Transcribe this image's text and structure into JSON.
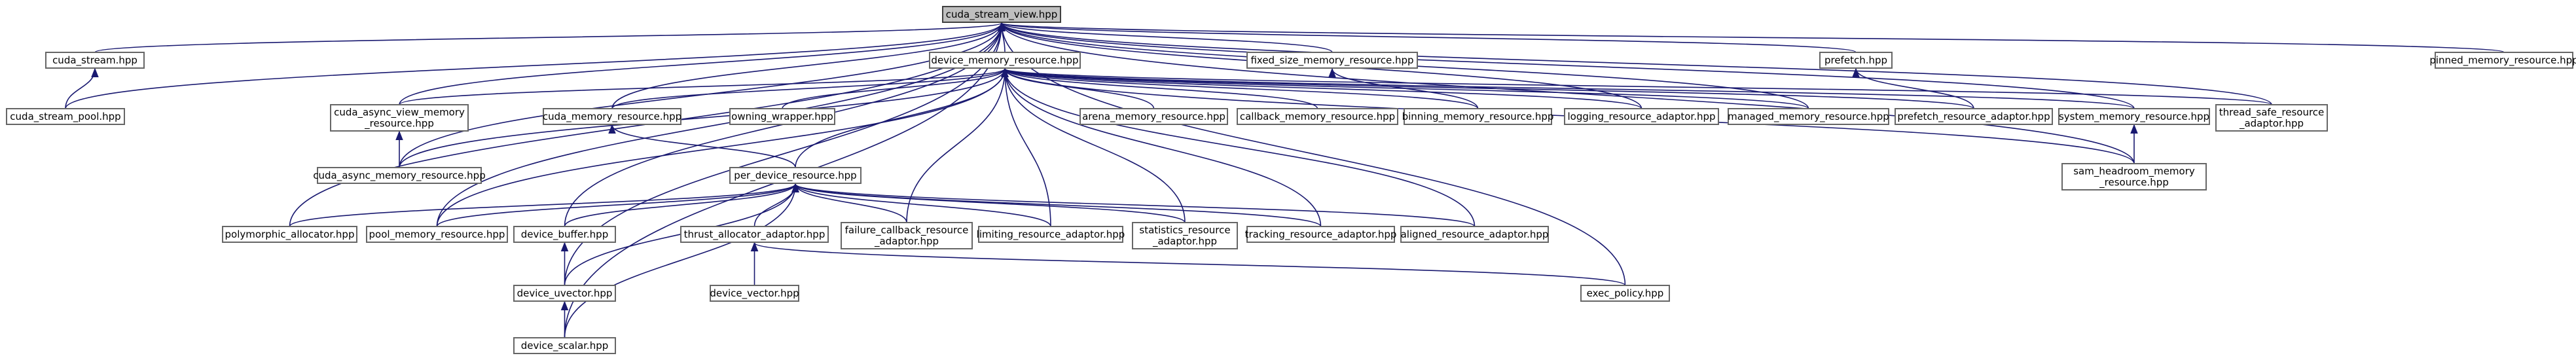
{
  "diagram": {
    "type": "include-dependency-graph",
    "root": "cuda_stream_view.hpp",
    "colors": {
      "edge": "#191970",
      "edge_gray": "#404040",
      "root_fill": "#bfbfbf",
      "node_fill": "#ffffff",
      "node_border": "#666666"
    },
    "nodes": [
      {
        "id": "csv",
        "lines": [
          "cuda_stream_view.hpp"
        ],
        "root": true
      },
      {
        "id": "cs",
        "lines": [
          "cuda_stream.hpp"
        ]
      },
      {
        "id": "csp",
        "lines": [
          "cuda_stream_pool.hpp"
        ]
      },
      {
        "id": "dmr",
        "lines": [
          "device_memory_resource.hpp"
        ]
      },
      {
        "id": "fsmr",
        "lines": [
          "fixed_size_memory_resource.hpp"
        ]
      },
      {
        "id": "pf",
        "lines": [
          "prefetch.hpp"
        ]
      },
      {
        "id": "pmr",
        "lines": [
          "pinned_memory_resource.hpp"
        ]
      },
      {
        "id": "cavmr",
        "lines": [
          "cuda_async_view_memory",
          "_resource.hpp"
        ]
      },
      {
        "id": "cmr",
        "lines": [
          "cuda_memory_resource.hpp"
        ]
      },
      {
        "id": "ow",
        "lines": [
          "owning_wrapper.hpp"
        ]
      },
      {
        "id": "amr",
        "lines": [
          "arena_memory_resource.hpp"
        ]
      },
      {
        "id": "cbmr",
        "lines": [
          "callback_memory_resource.hpp"
        ]
      },
      {
        "id": "bmr",
        "lines": [
          "binning_memory_resource.hpp"
        ]
      },
      {
        "id": "lra",
        "lines": [
          "logging_resource_adaptor.hpp"
        ]
      },
      {
        "id": "mmr",
        "lines": [
          "managed_memory_resource.hpp"
        ]
      },
      {
        "id": "pfra",
        "lines": [
          "prefetch_resource_adaptor.hpp"
        ]
      },
      {
        "id": "smr",
        "lines": [
          "system_memory_resource.hpp"
        ]
      },
      {
        "id": "tsra",
        "lines": [
          "thread_safe_resource",
          "_adaptor.hpp"
        ]
      },
      {
        "id": "camr",
        "lines": [
          "cuda_async_memory_resource.hpp"
        ]
      },
      {
        "id": "pdr",
        "lines": [
          "per_device_resource.hpp"
        ]
      },
      {
        "id": "shmr",
        "lines": [
          "sam_headroom_memory",
          "_resource.hpp"
        ]
      },
      {
        "id": "pa",
        "lines": [
          "polymorphic_allocator.hpp"
        ]
      },
      {
        "id": "poolmr",
        "lines": [
          "pool_memory_resource.hpp"
        ]
      },
      {
        "id": "db",
        "lines": [
          "device_buffer.hpp"
        ]
      },
      {
        "id": "taa",
        "lines": [
          "thrust_allocator_adaptor.hpp"
        ]
      },
      {
        "id": "fcra",
        "lines": [
          "failure_callback_resource",
          "_adaptor.hpp"
        ]
      },
      {
        "id": "lima",
        "lines": [
          "limiting_resource_adaptor.hpp"
        ]
      },
      {
        "id": "sra",
        "lines": [
          "statistics_resource",
          "_adaptor.hpp"
        ]
      },
      {
        "id": "tra",
        "lines": [
          "tracking_resource_adaptor.hpp"
        ]
      },
      {
        "id": "ara",
        "lines": [
          "aligned_resource_adaptor.hpp"
        ]
      },
      {
        "id": "duv",
        "lines": [
          "device_uvector.hpp"
        ]
      },
      {
        "id": "dv",
        "lines": [
          "device_vector.hpp"
        ]
      },
      {
        "id": "ep",
        "lines": [
          "exec_policy.hpp"
        ]
      },
      {
        "id": "dsc",
        "lines": [
          "device_scalar.hpp"
        ]
      }
    ],
    "edges": [
      [
        "cs",
        "csv"
      ],
      [
        "csp",
        "csv"
      ],
      [
        "dmr",
        "csv"
      ],
      [
        "fsmr",
        "csv"
      ],
      [
        "pf",
        "csv"
      ],
      [
        "pmr",
        "csv"
      ],
      [
        "cavmr",
        "csv"
      ],
      [
        "cmr",
        "csv"
      ],
      [
        "lra",
        "csv"
      ],
      [
        "mmr",
        "csv"
      ],
      [
        "smr",
        "csv"
      ],
      [
        "tsra",
        "csv"
      ],
      [
        "camr",
        "csv"
      ],
      [
        "shmr",
        "csv"
      ],
      [
        "pa",
        "csv"
      ],
      [
        "poolmr",
        "csv"
      ],
      [
        "db",
        "csv"
      ],
      [
        "duv",
        "csv"
      ],
      [
        "ep",
        "csv"
      ],
      [
        "dsc",
        "csv"
      ],
      [
        "csp",
        "cs"
      ],
      [
        "cavmr",
        "dmr"
      ],
      [
        "cmr",
        "dmr"
      ],
      [
        "ow",
        "dmr"
      ],
      [
        "amr",
        "dmr"
      ],
      [
        "cbmr",
        "dmr"
      ],
      [
        "bmr",
        "dmr"
      ],
      [
        "lra",
        "dmr"
      ],
      [
        "mmr",
        "dmr"
      ],
      [
        "pfra",
        "dmr"
      ],
      [
        "smr",
        "dmr"
      ],
      [
        "tsra",
        "dmr"
      ],
      [
        "camr",
        "dmr"
      ],
      [
        "pdr",
        "dmr"
      ],
      [
        "shmr",
        "dmr"
      ],
      [
        "poolmr",
        "dmr"
      ],
      [
        "fcra",
        "dmr"
      ],
      [
        "lima",
        "dmr"
      ],
      [
        "sra",
        "dmr"
      ],
      [
        "tra",
        "dmr"
      ],
      [
        "ara",
        "dmr"
      ],
      [
        "bmr",
        "fsmr"
      ],
      [
        "pfra",
        "pf"
      ],
      [
        "camr",
        "cavmr"
      ],
      [
        "shmr",
        "smr"
      ],
      [
        "pdr",
        "cmr"
      ],
      [
        "pa",
        "pdr"
      ],
      [
        "poolmr",
        "pdr"
      ],
      [
        "db",
        "pdr"
      ],
      [
        "taa",
        "pdr"
      ],
      [
        "fcra",
        "pdr"
      ],
      [
        "lima",
        "pdr"
      ],
      [
        "sra",
        "pdr"
      ],
      [
        "tra",
        "pdr"
      ],
      [
        "ara",
        "pdr"
      ],
      [
        "duv",
        "pdr"
      ],
      [
        "dsc",
        "pdr"
      ],
      [
        "duv",
        "db"
      ],
      [
        "dsc",
        "duv"
      ],
      [
        "dv",
        "taa"
      ],
      [
        "ep",
        "taa"
      ]
    ]
  }
}
